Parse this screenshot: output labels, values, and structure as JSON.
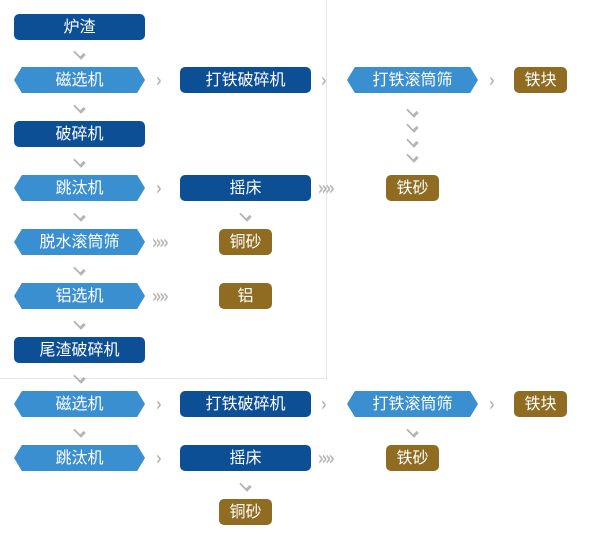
{
  "nodes": {
    "slag": "炉渣",
    "magnetic1": "磁选机",
    "iron_crusher1": "打铁破碎机",
    "iron_drum1": "打铁滚筒筛",
    "iron_block1": "铁块",
    "crusher": "破碎机",
    "jig1": "跳汰机",
    "table1": "摇床",
    "iron_sand1": "铁砂",
    "dewater_drum": "脱水滚筒筛",
    "copper_sand1": "铜砂",
    "al_separator": "铝选机",
    "aluminum": "铝",
    "tail_crusher": "尾渣破碎机",
    "magnetic2": "磁选机",
    "iron_crusher2": "打铁破碎机",
    "iron_drum2": "打铁滚筒筛",
    "iron_block2": "铁块",
    "jig2": "跳汰机",
    "table2": "摇床",
    "iron_sand2": "铁砂",
    "copper_sand2": "铜砂"
  },
  "arrows": {
    "single": "›",
    "quad": "››››"
  },
  "colors": {
    "dark_blue": "#0d4f94",
    "light_blue": "#3a8fd1",
    "gold": "#8f6c22",
    "arrow": "#b5b5b5"
  }
}
